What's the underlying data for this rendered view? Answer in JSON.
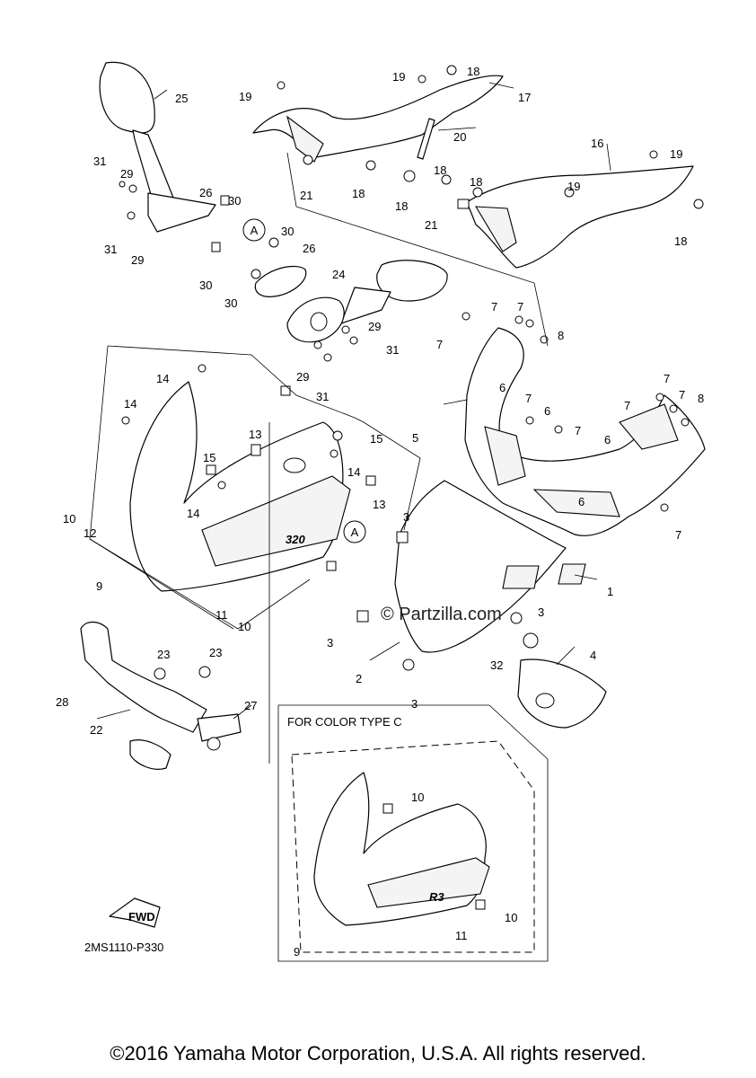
{
  "diagram": {
    "code": "2MS1110-P330",
    "watermark": "© Partzilla.com",
    "color_type_label": "FOR COLOR TYPE C",
    "fwd_label": "FWD",
    "copyright": "©2016 Yamaha Motor Corporation, U.S.A. All rights reserved.",
    "badge_320": "320",
    "badge_r3": "R3",
    "reference_marker": "A",
    "callouts": [
      {
        "label": "25"
      },
      {
        "label": "19"
      },
      {
        "label": "19"
      },
      {
        "label": "18"
      },
      {
        "label": "17"
      },
      {
        "label": "20"
      },
      {
        "label": "16"
      },
      {
        "label": "19"
      },
      {
        "label": "31"
      },
      {
        "label": "29"
      },
      {
        "label": "21"
      },
      {
        "label": "18"
      },
      {
        "label": "18"
      },
      {
        "label": "18"
      },
      {
        "label": "18"
      },
      {
        "label": "19"
      },
      {
        "label": "18"
      },
      {
        "label": "26"
      },
      {
        "label": "30"
      },
      {
        "label": "21"
      },
      {
        "label": "31"
      },
      {
        "label": "29"
      },
      {
        "label": "30"
      },
      {
        "label": "30"
      },
      {
        "label": "26"
      },
      {
        "label": "24"
      },
      {
        "label": "30"
      },
      {
        "label": "7"
      },
      {
        "label": "7"
      },
      {
        "label": "7"
      },
      {
        "label": "8"
      },
      {
        "label": "29"
      },
      {
        "label": "31"
      },
      {
        "label": "29"
      },
      {
        "label": "31"
      },
      {
        "label": "14"
      },
      {
        "label": "14"
      },
      {
        "label": "6"
      },
      {
        "label": "7"
      },
      {
        "label": "7"
      },
      {
        "label": "7"
      },
      {
        "label": "8"
      },
      {
        "label": "7"
      },
      {
        "label": "6"
      },
      {
        "label": "5"
      },
      {
        "label": "7"
      },
      {
        "label": "6"
      },
      {
        "label": "13"
      },
      {
        "label": "15"
      },
      {
        "label": "15"
      },
      {
        "label": "14"
      },
      {
        "label": "10"
      },
      {
        "label": "12"
      },
      {
        "label": "14"
      },
      {
        "label": "13"
      },
      {
        "label": "6"
      },
      {
        "label": "3"
      },
      {
        "label": "7"
      },
      {
        "label": "9"
      },
      {
        "label": "1"
      },
      {
        "label": "11"
      },
      {
        "label": "10"
      },
      {
        "label": "3"
      },
      {
        "label": "3"
      },
      {
        "label": "2"
      },
      {
        "label": "32"
      },
      {
        "label": "4"
      },
      {
        "label": "3"
      },
      {
        "label": "23"
      },
      {
        "label": "23"
      },
      {
        "label": "28"
      },
      {
        "label": "27"
      },
      {
        "label": "22"
      },
      {
        "label": "10"
      },
      {
        "label": "10"
      },
      {
        "label": "11"
      },
      {
        "label": "9"
      }
    ]
  }
}
